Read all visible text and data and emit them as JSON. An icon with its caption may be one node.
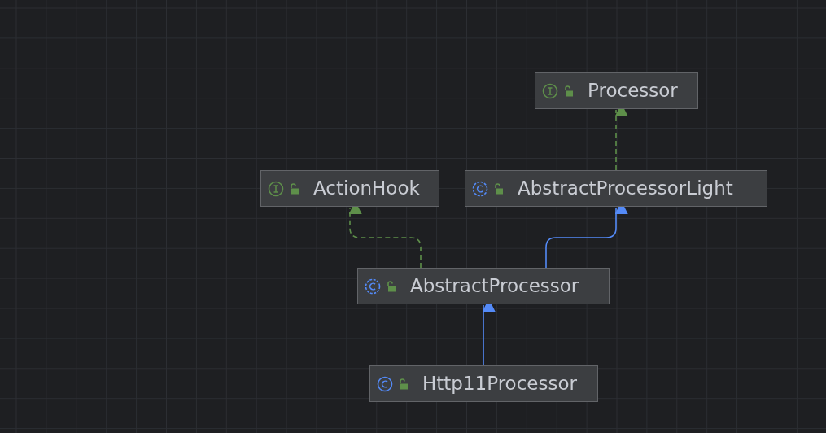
{
  "diagram": {
    "nodes": [
      {
        "text": [
          "Processor"
        ]
      },
      {
        "text": [
          "ActionHook"
        ]
      },
      {
        "text": [
          "AbstractProcessorLight"
        ]
      },
      {
        "text": [
          "AbstractProcessor"
        ]
      },
      {
        "text": [
          "Http11Processor"
        ]
      }
    ],
    "edges": [
      {
        "from": 2,
        "to": 0,
        "arrow": "to",
        "style": "dashed",
        "color": "#5e8f4a"
      },
      {
        "from": 3,
        "to": 1,
        "arrow": "to",
        "style": "dashed",
        "color": "#5e8f4a"
      },
      {
        "from": 3,
        "to": 2,
        "arrow": "to",
        "color": "#548af7"
      },
      {
        "from": 4,
        "to": 3,
        "arrow": "to",
        "color": "#548af7"
      }
    ]
  }
}
